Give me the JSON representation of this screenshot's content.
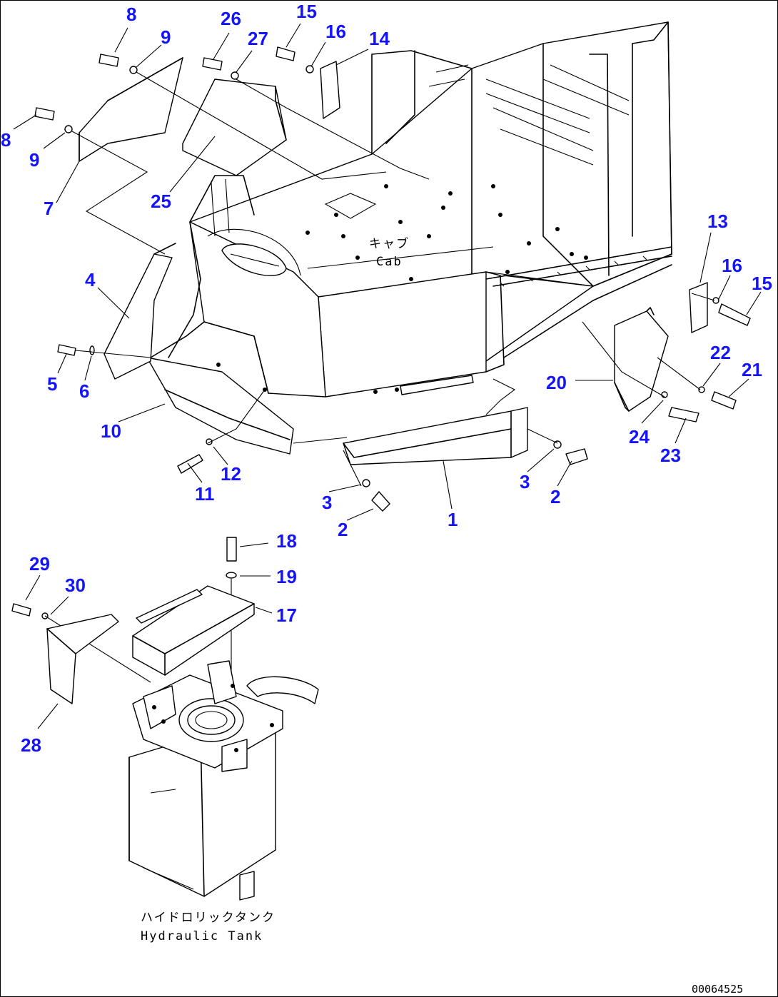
{
  "diagram": {
    "drawing_code": "00064525",
    "cab_label_jp": "キャブ",
    "cab_label_en": "Cab",
    "tank_label_jp": "ハイドロリックタンク",
    "tank_label_en": "Hydraulic Tank",
    "callout_color": "#1414ff",
    "callouts": {
      "c1": "1",
      "c2a": "2",
      "c2b": "2",
      "c3a": "3",
      "c3b": "3",
      "c4": "4",
      "c5": "5",
      "c6": "6",
      "c7": "7",
      "c8a": "8",
      "c8b": "8",
      "c9a": "9",
      "c9b": "9",
      "c10": "10",
      "c11": "11",
      "c12": "12",
      "c13": "13",
      "c14": "14",
      "c15a": "15",
      "c15b": "15",
      "c16a": "16",
      "c16b": "16",
      "c17": "17",
      "c18": "18",
      "c19": "19",
      "c20": "20",
      "c21": "21",
      "c22": "22",
      "c23": "23",
      "c24": "24",
      "c25": "25",
      "c26": "26",
      "c27": "27",
      "c28": "28",
      "c29": "29",
      "c30": "30"
    }
  }
}
